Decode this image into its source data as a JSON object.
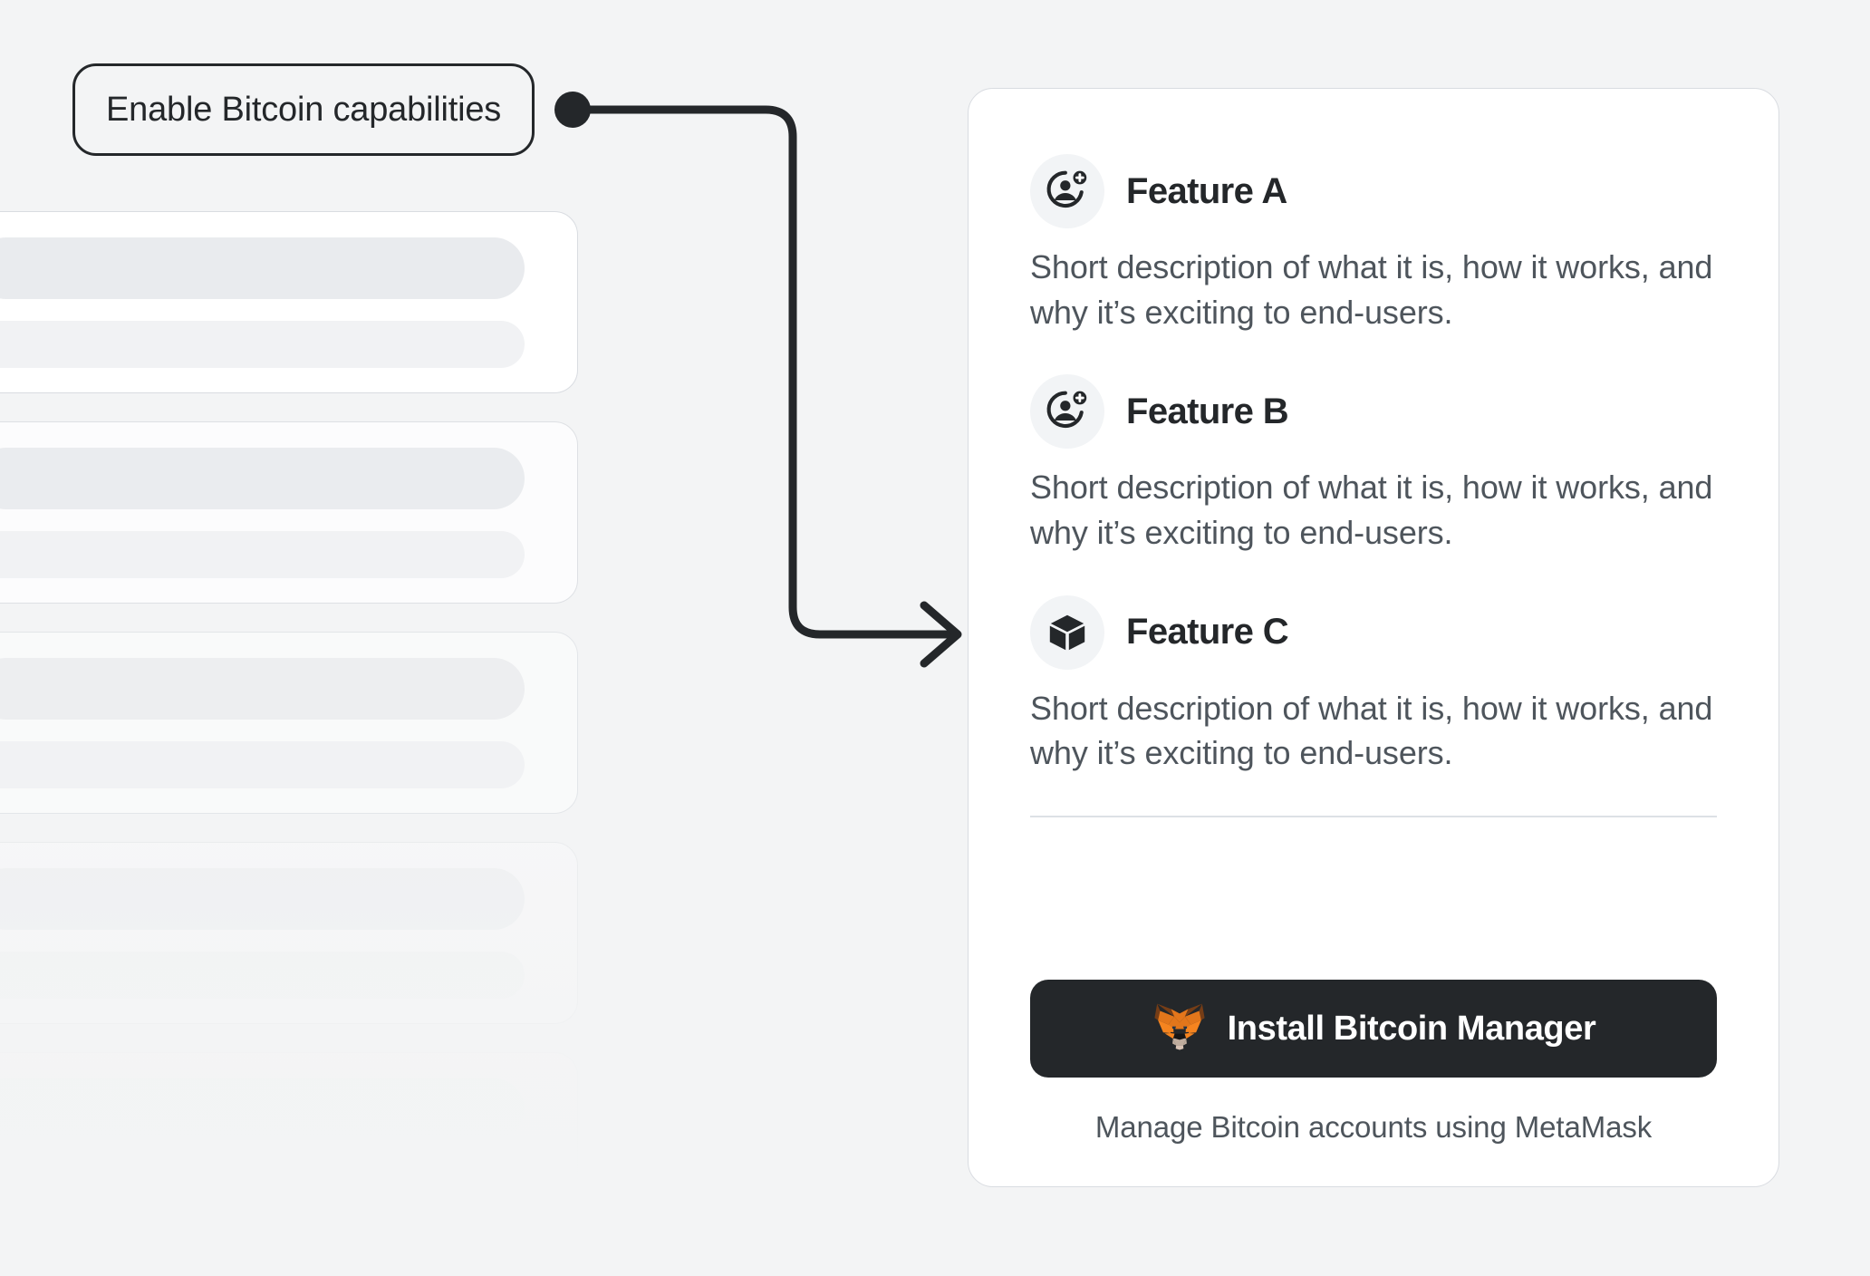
{
  "background_color": "#F3F4F5",
  "annotation": {
    "label": "Enable Bitcoin capabilities",
    "connector_color": "#24272A",
    "dot_name": "connector-dot"
  },
  "skeleton": {
    "placeholder_count": 5,
    "card_background": "#FFFFFF",
    "bar_color": "#E9EBEE"
  },
  "card": {
    "background": "#FFFFFF",
    "border_color": "#D9DCE1",
    "features": [
      {
        "icon": "account-add-icon",
        "title": "Feature A",
        "description": "Short description of what it is, how it works, and why it’s exciting to end-users."
      },
      {
        "icon": "account-add-icon",
        "title": "Feature B",
        "description": "Short description of what it is, how it works, and why it’s exciting to end-users."
      },
      {
        "icon": "cube-icon",
        "title": "Feature C",
        "description": "Short description of what it is, how it works, and why it’s exciting to end-users."
      }
    ],
    "footer": {
      "install_button_label": "Install Bitcoin Manager",
      "install_button_icon": "metamask-fox-icon",
      "install_button_color": "#24272A",
      "note": "Manage Bitcoin accounts using MetaMask"
    }
  }
}
